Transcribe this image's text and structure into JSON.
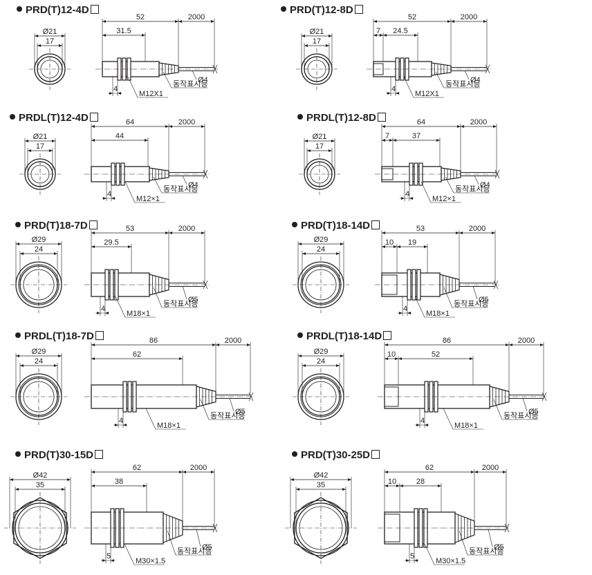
{
  "panels": [
    {
      "model": "PRD(T)12-4D",
      "outer_dia": "Ø21",
      "inner_dia": "17",
      "total_length": "52",
      "thread_length": "31.5",
      "cable_length": "2000",
      "cable_dia": "Ø4",
      "indicator_label": "동작표시등",
      "thread_spec": "M12X1",
      "nut_gap": "4"
    },
    {
      "model": "PRD(T)12-8D",
      "outer_dia": "Ø21",
      "inner_dia": "17",
      "total_length": "52",
      "thread_length": "24.5",
      "front_offset": "7",
      "cable_length": "2000",
      "cable_dia": "Ø4",
      "indicator_label": "동작표시등",
      "thread_spec": "M12X1",
      "nut_gap": "4"
    },
    {
      "model": "PRDL(T)12-4D",
      "outer_dia": "Ø21",
      "inner_dia": "17",
      "total_length": "64",
      "thread_length": "44",
      "cable_length": "2000",
      "cable_dia": "Ø4",
      "indicator_label": "동작표시등",
      "thread_spec": "M12×1",
      "nut_gap": "4"
    },
    {
      "model": "PRDL(T)12-8D",
      "outer_dia": "Ø21",
      "inner_dia": "17",
      "total_length": "64",
      "thread_length": "37",
      "front_offset": "7",
      "cable_length": "2000",
      "cable_dia": "Ø4",
      "indicator_label": "동작표시등",
      "thread_spec": "M12×1",
      "nut_gap": "4"
    },
    {
      "model": "PRD(T)18-7D",
      "outer_dia": "Ø29",
      "inner_dia": "24",
      "total_length": "53",
      "thread_length": "29.5",
      "cable_length": "2000",
      "cable_dia": "Ø5",
      "indicator_label": "동작표시등",
      "thread_spec": "M18×1",
      "nut_gap": "4"
    },
    {
      "model": "PRD(T)18-14D",
      "outer_dia": "Ø29",
      "inner_dia": "24",
      "total_length": "53",
      "thread_length": "19",
      "front_offset": "10",
      "cable_length": "2000",
      "cable_dia": "Ø5",
      "indicator_label": "동작표시등",
      "thread_spec": "M18×1",
      "nut_gap": "4"
    },
    {
      "model": "PRDL(T)18-7D",
      "outer_dia": "Ø29",
      "inner_dia": "24",
      "total_length": "86",
      "thread_length": "62",
      "cable_length": "2000",
      "cable_dia": "Ø5",
      "indicator_label": "동작표시등",
      "thread_spec": "M18×1",
      "nut_gap": "4"
    },
    {
      "model": "PRDL(T)18-14D",
      "outer_dia": "Ø29",
      "inner_dia": "24",
      "total_length": "86",
      "thread_length": "52",
      "front_offset": "10",
      "cable_length": "2000",
      "cable_dia": "Ø5",
      "indicator_label": "동작표시등",
      "thread_spec": "M18×1",
      "nut_gap": "4"
    },
    {
      "model": "PRD(T)30-15D",
      "outer_dia": "Ø42",
      "inner_dia": "35",
      "total_length": "62",
      "thread_length": "38",
      "cable_length": "2000",
      "cable_dia": "Ø5",
      "indicator_label": "동작표시등",
      "thread_spec": "M30×1.5",
      "nut_gap": "5"
    },
    {
      "model": "PRD(T)30-25D",
      "outer_dia": "Ø42",
      "inner_dia": "35",
      "total_length": "62",
      "thread_length": "28",
      "front_offset": "10",
      "cable_length": "2000",
      "cable_dia": "Ø5",
      "indicator_label": "동작표시등",
      "thread_spec": "M30×1.5",
      "nut_gap": "5"
    }
  ]
}
